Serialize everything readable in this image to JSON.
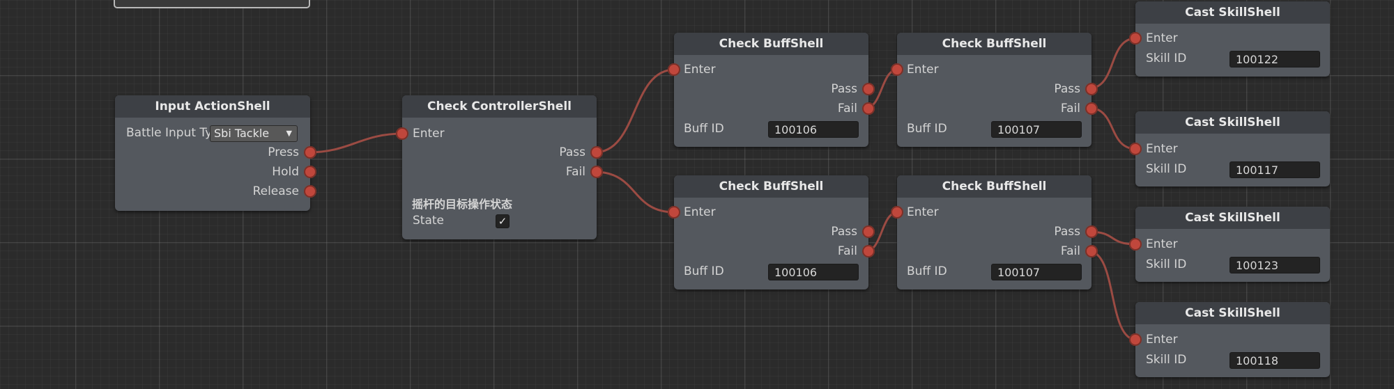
{
  "graph": {
    "input_action": {
      "title": "Input ActionShell",
      "field_label": "Battle Input Ty",
      "field_value": "Sbi Tackle",
      "outputs": [
        "Press",
        "Hold",
        "Release"
      ]
    },
    "check_controller": {
      "title": "Check ControllerShell",
      "input": "Enter",
      "outputs": [
        "Pass",
        "Fail"
      ],
      "section": "摇杆的目标操作状态",
      "state_label": "State",
      "state_checked": "✓"
    },
    "buff_nodes": [
      {
        "title": "Check BuffShell",
        "input": "Enter",
        "pass": "Pass",
        "fail": "Fail",
        "field_label": "Buff ID",
        "field_value": "100106"
      },
      {
        "title": "Check BuffShell",
        "input": "Enter",
        "pass": "Pass",
        "fail": "Fail",
        "field_label": "Buff ID",
        "field_value": "100107"
      },
      {
        "title": "Check BuffShell",
        "input": "Enter",
        "pass": "Pass",
        "fail": "Fail",
        "field_label": "Buff ID",
        "field_value": "100106"
      },
      {
        "title": "Check BuffShell",
        "input": "Enter",
        "pass": "Pass",
        "fail": "Fail",
        "field_label": "Buff ID",
        "field_value": "100107"
      }
    ],
    "skill_nodes": [
      {
        "title": "Cast SkillShell",
        "input": "Enter",
        "field_label": "Skill ID",
        "field_value": "100122"
      },
      {
        "title": "Cast SkillShell",
        "input": "Enter",
        "field_label": "Skill ID",
        "field_value": "100117"
      },
      {
        "title": "Cast SkillShell",
        "input": "Enter",
        "field_label": "Skill ID",
        "field_value": "100123"
      },
      {
        "title": "Cast SkillShell",
        "input": "Enter",
        "field_label": "Skill ID",
        "field_value": "100118"
      }
    ]
  },
  "colors": {
    "background": "#2b2b2b",
    "node_body": "#54585e",
    "node_header": "#3d4045",
    "port": "#c0473c",
    "wire": "#9b4b43"
  },
  "icons": {
    "dropdown": "chevron-down-icon",
    "checkbox": "checkmark-icon",
    "port": "port-circle-icon"
  }
}
